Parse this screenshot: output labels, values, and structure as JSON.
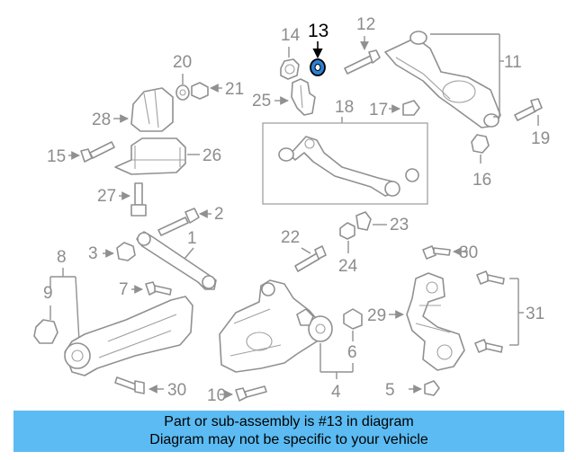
{
  "diagram": {
    "highlighted_part": "13",
    "accent_color": "#2b80d6",
    "callouts": [
      "13",
      "14",
      "12",
      "11",
      "20",
      "21",
      "25",
      "18",
      "17",
      "28",
      "15",
      "19",
      "26",
      "16",
      "27",
      "2",
      "1",
      "22",
      "23",
      "3",
      "30",
      "8",
      "24",
      "9",
      "7",
      "29",
      "31",
      "6",
      "5",
      "4",
      "10",
      "30"
    ]
  },
  "banner": {
    "line1": "Part or sub-assembly is #13 in diagram",
    "line2": "Diagram may not be specific to your vehicle",
    "color": "#5bbbf2"
  }
}
